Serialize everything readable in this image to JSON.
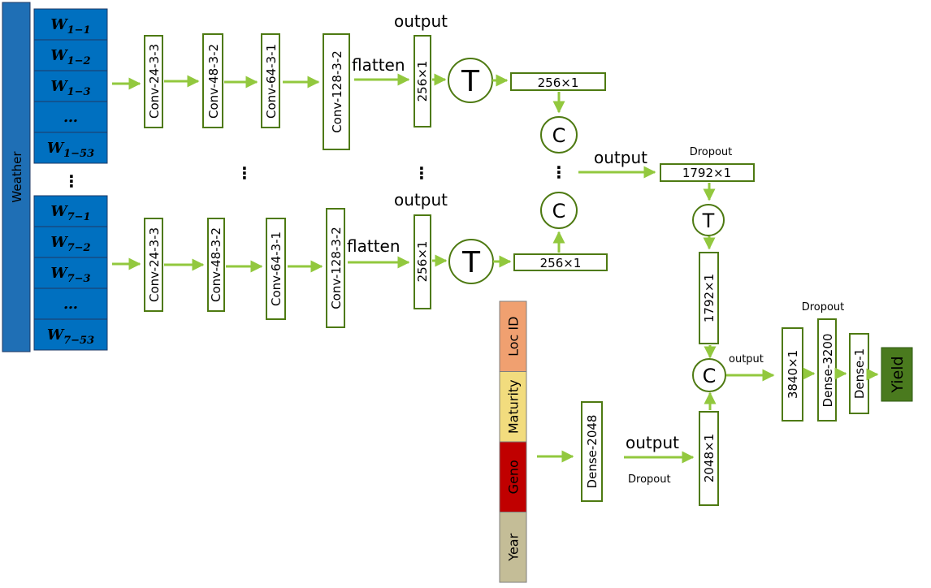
{
  "weather_label": "Weather",
  "weather_rows_1": [
    {
      "base": "W",
      "sub": "1−1"
    },
    {
      "base": "W",
      "sub": "1−2"
    },
    {
      "base": "W",
      "sub": "1−3"
    },
    {
      "base": "…",
      "sub": ""
    },
    {
      "base": "W",
      "sub": "1−53"
    }
  ],
  "weather_rows_7": [
    {
      "base": "W",
      "sub": "7−1"
    },
    {
      "base": "W",
      "sub": "7−2"
    },
    {
      "base": "W",
      "sub": "7−3"
    },
    {
      "base": "…",
      "sub": ""
    },
    {
      "base": "W",
      "sub": "7−53"
    }
  ],
  "ellipsis": "⋮",
  "branch1": {
    "convs": [
      "Conv-24-3-3",
      "Conv-48-3-2",
      "Conv-64-3-1",
      "Conv-128-3-2"
    ],
    "flatten": "flatten",
    "output": "output",
    "vector": "256×1",
    "transpose": "T",
    "vector_t": "256×1"
  },
  "branch7": {
    "convs": [
      "Conv-24-3-3",
      "Conv-48-3-2",
      "Conv-64-3-1",
      "Conv-128-3-2"
    ],
    "flatten": "flatten",
    "output": "output",
    "vector": "256×1",
    "transpose": "T",
    "vector_t": "256×1"
  },
  "concat_symbol": "C",
  "weather_merge": {
    "output": "output",
    "dropout": "Dropout",
    "vector": "1792×1",
    "transpose": "T",
    "vector_t": "1792×1"
  },
  "categorical": {
    "inputs": [
      {
        "label": "Loc ID",
        "color": "#f0a070"
      },
      {
        "label": "Maturity",
        "color": "#f2dc7e"
      },
      {
        "label": "Geno",
        "color": "#c00000"
      },
      {
        "label": "Year",
        "color": "#c4bd97"
      }
    ],
    "dense": "Dense-2048",
    "output": "output",
    "dropout": "Dropout",
    "vector": "2048×1"
  },
  "final": {
    "output": "output",
    "dropout": "Dropout",
    "concat_vector": "3840×1",
    "dense1": "Dense-3200",
    "dense2": "Dense-1",
    "yield": "Yield"
  },
  "colors": {
    "weather_bar": "#1f6fb5",
    "weather_cells": "#0070c0",
    "cell_border": "#1f3864",
    "box_border": "#4e7a12",
    "arrow": "#92c83e",
    "yield": "#4a7a1e",
    "text": "#000000"
  }
}
